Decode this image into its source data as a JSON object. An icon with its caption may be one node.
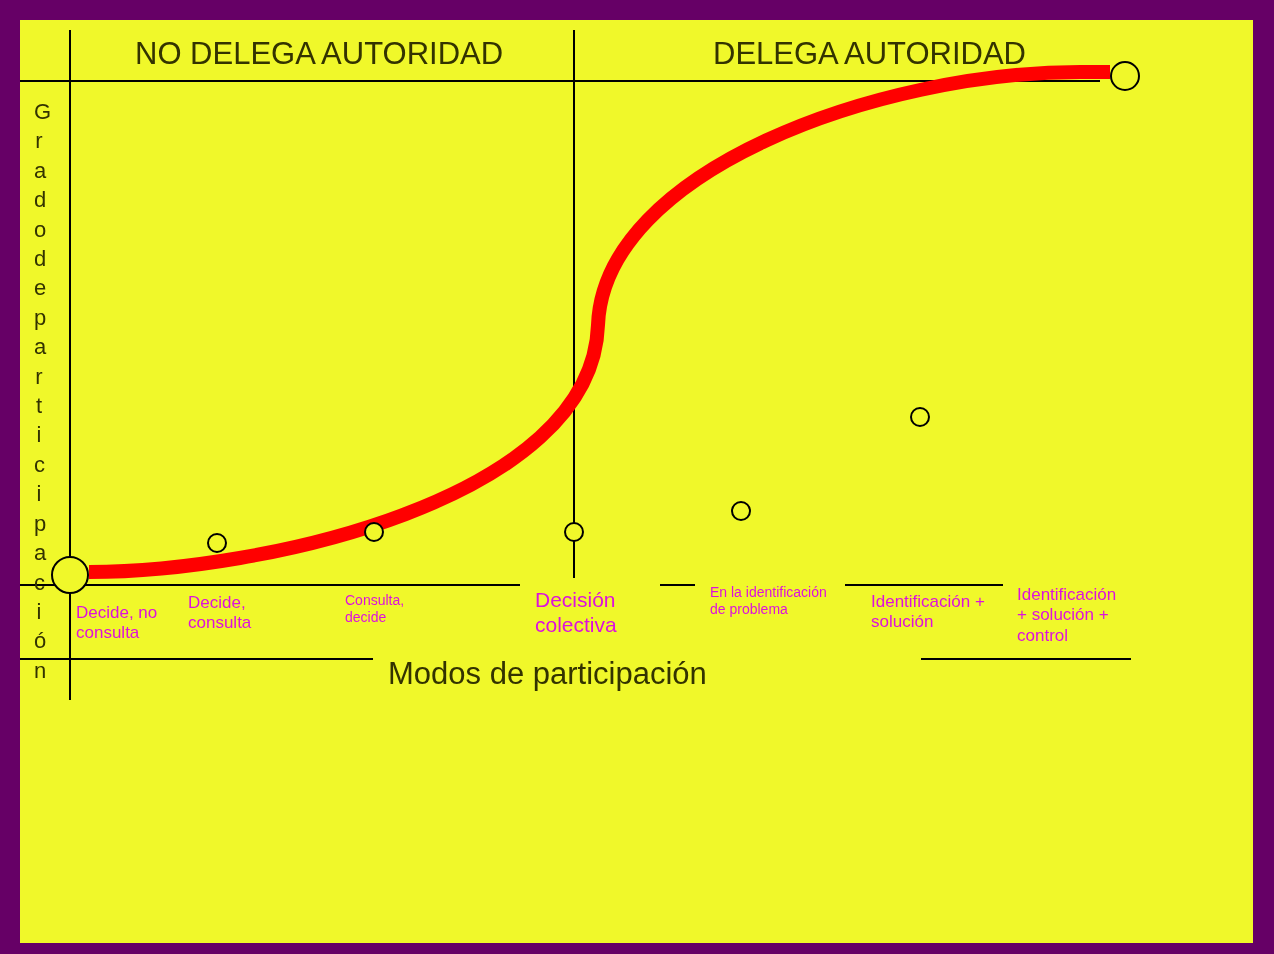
{
  "diagram": {
    "nodes": [
      {
        "text": [],
        "shape": "circle"
      },
      {
        "text": [],
        "shape": "circle"
      },
      {
        "text": [],
        "shape": "circle"
      },
      {
        "text": [],
        "shape": "circle"
      },
      {
        "text": [],
        "shape": "circle"
      },
      {
        "text": [],
        "shape": "circle"
      },
      {
        "text": [],
        "shape": "circle"
      }
    ],
    "edges": [
      {
        "from": 0,
        "to": 6,
        "arrow": "none"
      }
    ],
    "labels": [
      "NO DELEGA AUTORIDAD",
      "DELEGA AUTORIDAD",
      "Grado de participación",
      "Decide, no consulta",
      "Decide, consulta",
      "Consulta, decide",
      "Decisión colectiva",
      "En la identificación de problema",
      "Identificación + solución",
      "Identificación + solución + control",
      "Modos de participación"
    ]
  }
}
